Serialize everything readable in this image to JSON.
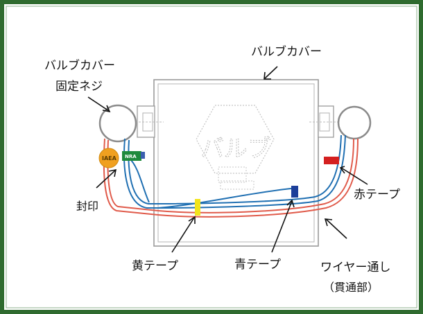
{
  "labels": {
    "valve_cover_fixing_screw_line1": "バルブカバー",
    "valve_cover_fixing_screw_line2": "固定ネジ",
    "valve_cover": "バルブカバー",
    "seal": "封印",
    "red_tape": "赤テープ",
    "yellow_tape": "黄テープ",
    "blue_tape": "青テープ",
    "wire_passage_line1": "ワイヤー通し",
    "wire_passage_line2": "（貫通部）"
  },
  "tags": {
    "seal_stamp": "IAEA",
    "green_tag": "NRA"
  },
  "watermark": "バルブ",
  "colors": {
    "frame": "#2f6b2f",
    "wire_red": "#e05a4a",
    "wire_blue": "#1f6fb2",
    "yellow_tape": "#f2e41c",
    "blue_tape": "#1d3f9a",
    "red_tape": "#d42020",
    "green_tag": "#1f8a3c",
    "seal": "#f0a020"
  }
}
